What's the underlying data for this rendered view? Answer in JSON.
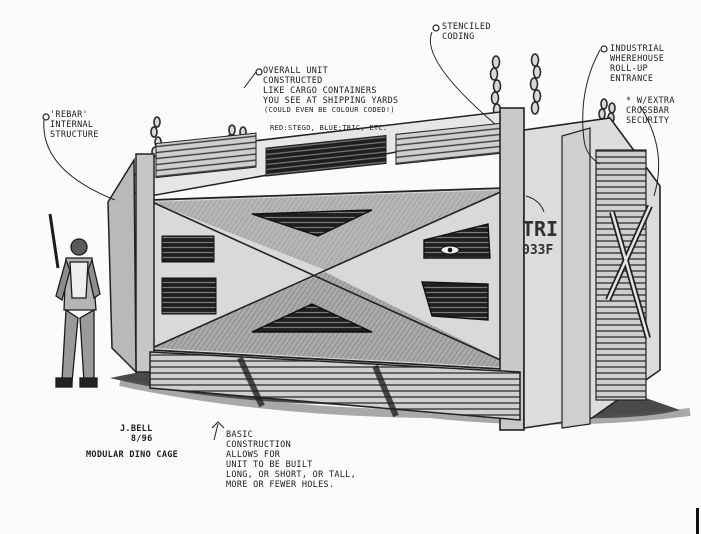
{
  "caption": {
    "signature": "J.BELL\n  8/96",
    "title": "MODULAR DINO CAGE"
  },
  "notes": {
    "rebar": "'REBAR'\nINTERNAL\nSTRUCTURE",
    "overall_unit": "OVERALL UNIT\nCONSTRUCTED\nLIKE CARGO CONTAINERS\nYOU SEE AT SHIPPING YARDS",
    "colour_coded": "(COULD EVEN BE COLOUR CODED!)",
    "colour_examples": "RED:STEGO, BLUE:TRIC, ETC.",
    "stenciled": "STENCILED\nCODING",
    "roll_up": "INDUSTRIAL\nWHEREHOUSE\nROLL-UP\nENTRANCE",
    "crossbar": "* W/EXTRA\nCROSSBAR\nSECURITY",
    "basic_construction": "BASIC\nCONSTRUCTION\nALLOWS FOR\nUNIT TO BE BUILT\nLONG, OR SHORT, OR TALL,\nMORE OR FEWER HOLES."
  },
  "stencil": {
    "line1": "TRI",
    "line2": "033F"
  },
  "colors": {
    "paper": "#fbfbf9",
    "graphite": "#222222"
  }
}
